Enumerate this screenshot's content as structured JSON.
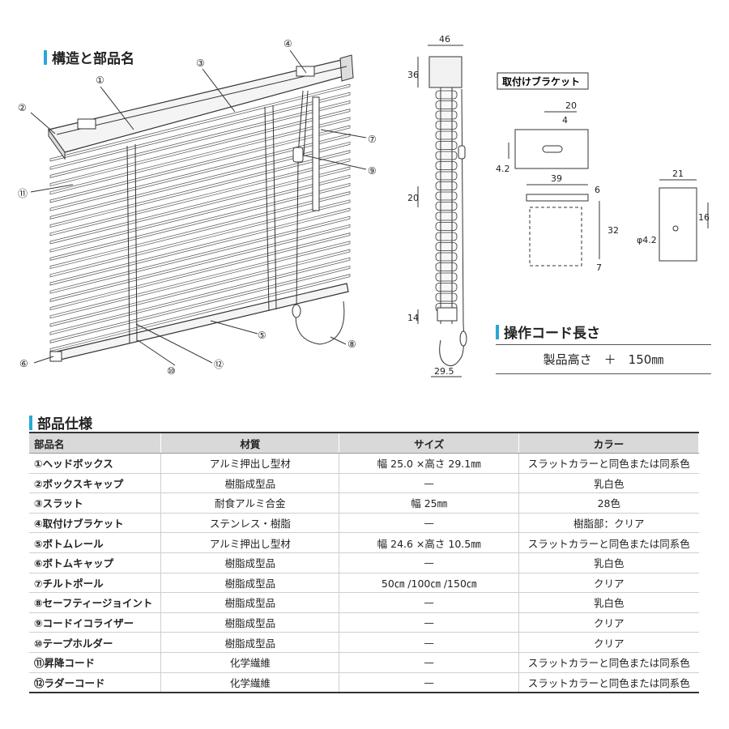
{
  "structure": {
    "title": "構造と部品名",
    "callouts": [
      "①",
      "②",
      "③",
      "④",
      "⑤",
      "⑥",
      "⑦",
      "⑧",
      "⑨",
      "⑩",
      "⑪",
      "⑫"
    ]
  },
  "side_view": {
    "dims": [
      "46",
      "36",
      "20",
      "14",
      "29.5"
    ]
  },
  "bracket": {
    "title": "取付けブラケット",
    "dims": [
      "20",
      "4",
      "4.2",
      "39",
      "6",
      "32",
      "7",
      "21",
      "16",
      "φ4.2"
    ]
  },
  "cord": {
    "title": "操作コード長さ",
    "formula": "製品高さ　＋　150㎜"
  },
  "spec": {
    "title": "部品仕様",
    "headers": [
      "部品名",
      "材質",
      "サイズ",
      "カラー"
    ],
    "rows": [
      [
        "①ヘッドボックス",
        "アルミ押出し型材",
        "幅 25.0 ×高さ 29.1㎜",
        "スラットカラーと同色または同系色"
      ],
      [
        "②ボックスキャップ",
        "樹脂成型品",
        "—",
        "乳白色"
      ],
      [
        "③スラット",
        "耐食アルミ合金",
        "幅 25㎜",
        "28色"
      ],
      [
        "④取付けブラケット",
        "ステンレス・樹脂",
        "—",
        "樹脂部：クリア"
      ],
      [
        "⑤ボトムレール",
        "アルミ押出し型材",
        "幅 24.6 ×高さ 10.5㎜",
        "スラットカラーと同色または同系色"
      ],
      [
        "⑥ボトムキャップ",
        "樹脂成型品",
        "—",
        "乳白色"
      ],
      [
        "⑦チルトポール",
        "樹脂成型品",
        "50㎝ /100㎝ /150㎝",
        "クリア"
      ],
      [
        "⑧セーフティージョイント",
        "樹脂成型品",
        "—",
        "乳白色"
      ],
      [
        "⑨コードイコライザー",
        "樹脂成型品",
        "—",
        "クリア"
      ],
      [
        "⑩テープホルダー",
        "樹脂成型品",
        "—",
        "クリア"
      ],
      [
        "⑪昇降コード",
        "化学繊維",
        "—",
        "スラットカラーと同色または同系色"
      ],
      [
        "⑫ラダーコード",
        "化学繊維",
        "—",
        "スラットカラーと同色または同系色"
      ]
    ]
  },
  "colors": {
    "accent": "#2aa7d6",
    "header_bg": "#d9d9d9",
    "line": "#333333"
  }
}
